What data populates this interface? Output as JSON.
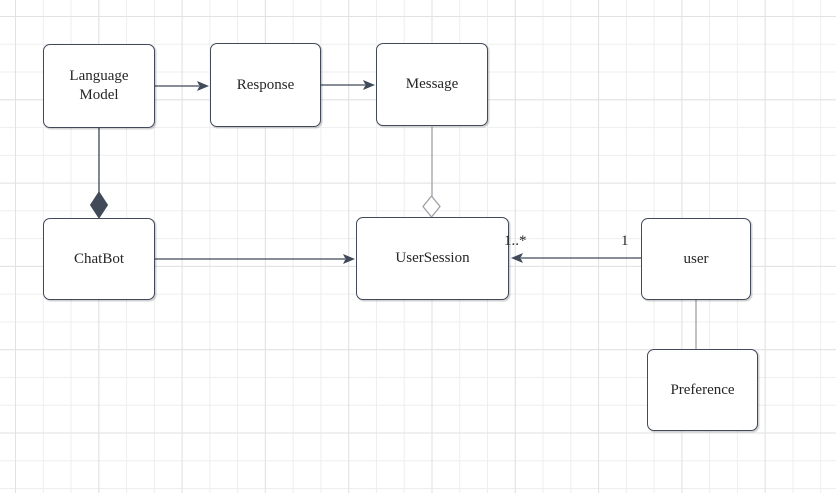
{
  "nodes": {
    "language_model": {
      "label": "Language Model"
    },
    "response": {
      "label": "Response"
    },
    "message": {
      "label": "Message"
    },
    "chatbot": {
      "label": "ChatBot"
    },
    "user_session": {
      "label": "UserSession"
    },
    "user": {
      "label": "user"
    },
    "preference": {
      "label": "Preference"
    }
  },
  "edges": {
    "language_model_to_response": {
      "from": "language_model",
      "to": "response",
      "type": "directed-arrow"
    },
    "response_to_message": {
      "from": "response",
      "to": "message",
      "type": "directed-arrow"
    },
    "chatbot_to_user_session": {
      "from": "chatbot",
      "to": "user_session",
      "type": "directed-arrow"
    },
    "user_to_user_session": {
      "from": "user",
      "to": "user_session",
      "type": "directed-arrow",
      "source_label": "1",
      "target_label": "1..*"
    },
    "language_model_to_chatbot": {
      "from": "language_model",
      "to": "chatbot",
      "type": "composition-diamond-at-chatbot"
    },
    "message_to_user_session": {
      "from": "message",
      "to": "user_session",
      "type": "aggregation-diamond-at-user_session"
    },
    "user_to_preference": {
      "from": "user",
      "to": "preference",
      "type": "plain-line"
    }
  },
  "colors": {
    "canvas_background": "#ffffff",
    "grid_minor": "#eeeeee",
    "grid_major": "#e2e2e2",
    "node_fill": "#ffffff",
    "node_border": "#404a59",
    "edge_dark": "#404a59",
    "edge_light": "#9da1a7",
    "text": "#262626"
  }
}
